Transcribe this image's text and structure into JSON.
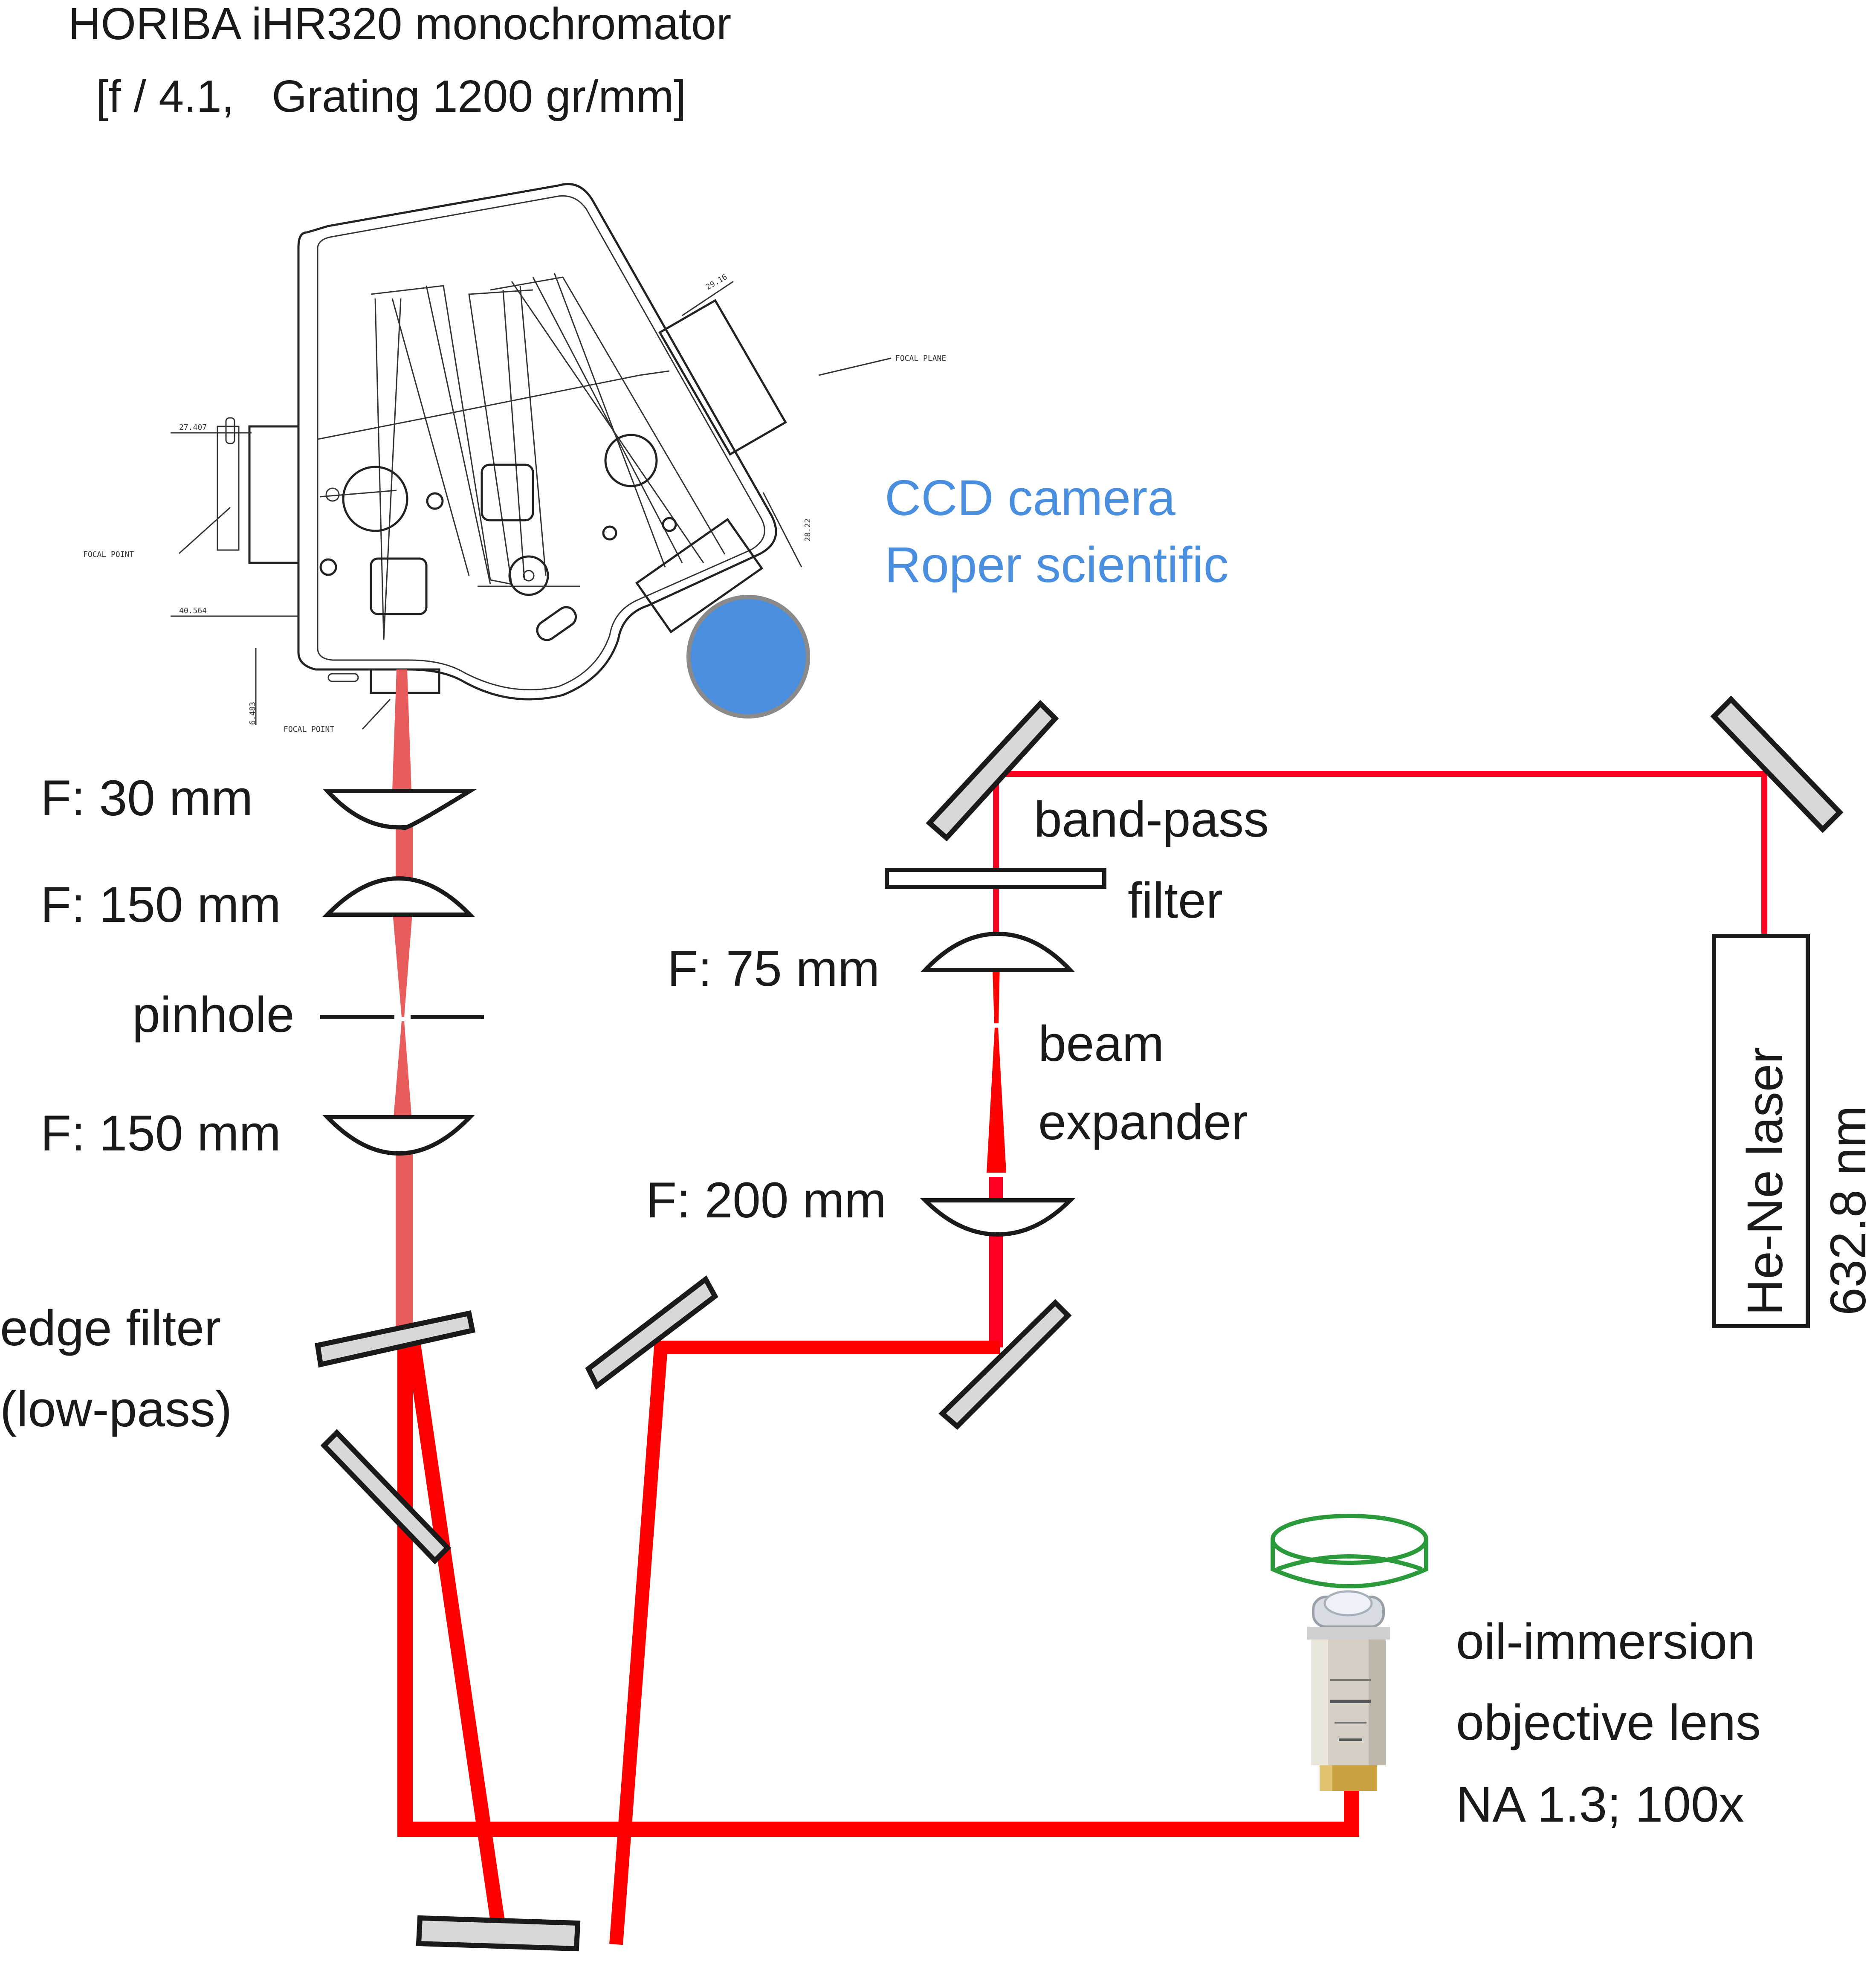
{
  "title": {
    "line1": "HORIBA iHR320 monochromator",
    "line2": "[f / 4.1,   Grating 1200 gr/mm]"
  },
  "monochromator_drawing": {
    "dimension_labels": [
      "27.407",
      "40.564",
      "6.483",
      "29.16",
      "28.22"
    ],
    "callouts": [
      "FOCAL POINT",
      "FOCAL POINT",
      "FOCAL PLANE"
    ]
  },
  "ccd": {
    "line1": "CCD camera",
    "line2": "Roper scientific",
    "color": "#4a8fdf"
  },
  "detection_path": {
    "lenses": [
      {
        "label": "F: 30 mm"
      },
      {
        "label": "F: 150 mm"
      },
      {
        "label": "F: 150 mm"
      }
    ],
    "pinhole_label": "pinhole",
    "edge_filter": {
      "line1": "edge filter",
      "line2": "(low-pass)"
    },
    "beam_color": "#e85c5c"
  },
  "excitation_path": {
    "bandpass": {
      "line1": "band-pass",
      "line2": "filter"
    },
    "lens_75": "F: 75 mm",
    "lens_200": "F: 200 mm",
    "beam_expander": {
      "line1": "beam",
      "line2": "expander"
    },
    "beam_color": "#ff0000",
    "thin_beam_color": "#ff0022"
  },
  "laser": {
    "name": "He-Ne laser",
    "wavelength": "632.8 nm"
  },
  "objective": {
    "line1": "oil-immersion",
    "line2": "objective lens",
    "line3": "NA 1.3; 100x",
    "dish_color": "#2a9a3a"
  }
}
